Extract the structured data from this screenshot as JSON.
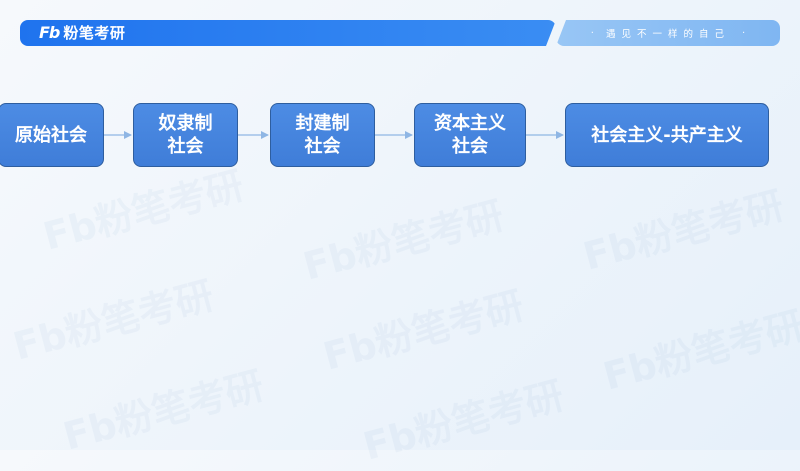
{
  "header": {
    "logo_mark": "Fb",
    "logo_text": "粉笔考研",
    "slogan": "遇见不一样的自己",
    "slogan_dot_left": "·",
    "slogan_dot_right": "·"
  },
  "watermark_text": "Fb粉笔考研",
  "diagram": {
    "nodes": [
      {
        "label": "原始社会"
      },
      {
        "label": "奴隶制\n社会"
      },
      {
        "label": "封建制\n社会"
      },
      {
        "label": "资本主义\n社会"
      },
      {
        "label": "社会主义-共产主义"
      }
    ]
  },
  "colors": {
    "header_blue": "#1f73ee",
    "header_light_blue": "#8cbef4",
    "node_fill": "#4684dd",
    "node_border": "#2e5e9f",
    "arrow": "#8fb6e4"
  }
}
